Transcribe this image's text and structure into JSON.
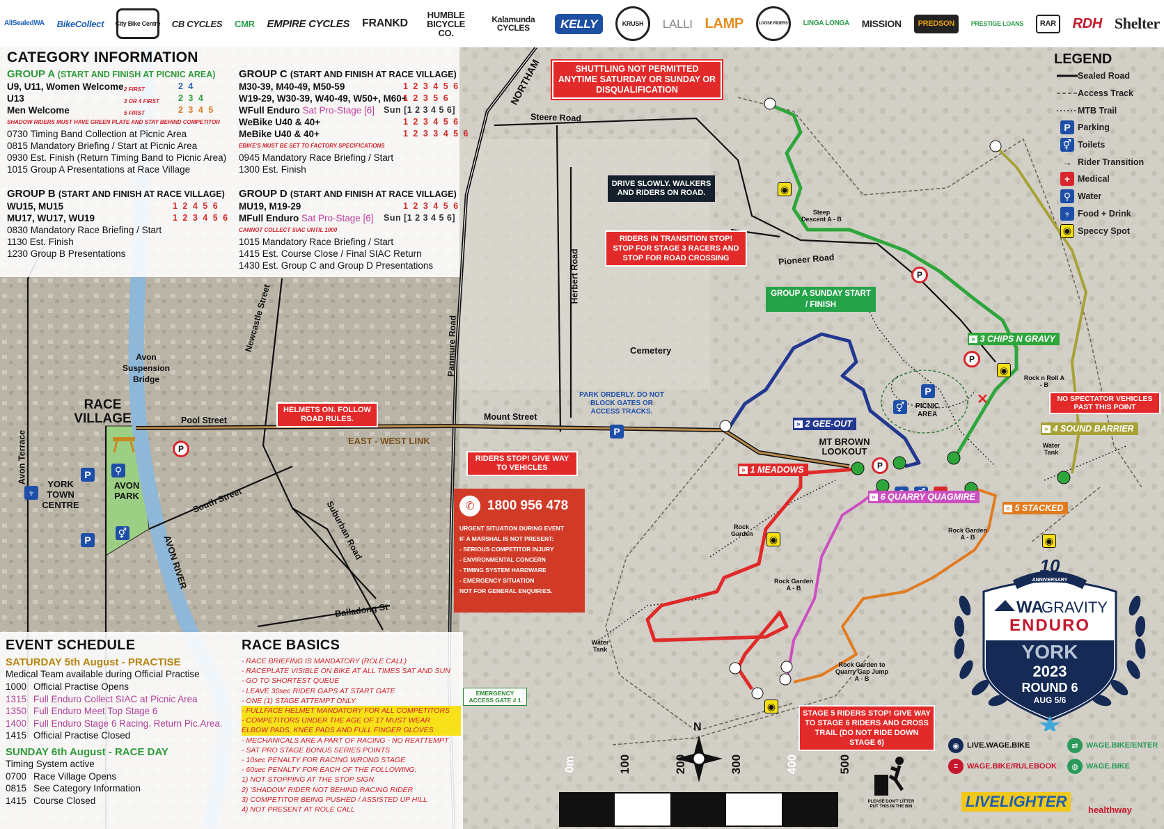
{
  "sponsors": [
    "AllSealedWA",
    "BikeCollect",
    "City Bike Centre",
    "CB CYCLES",
    "CMR",
    "EMPIRE CYCLES",
    "FRANKD",
    "HUMBLE BICYCLE CO.",
    "Kalamunda CYCLES",
    "KELLY",
    "KRUSH",
    "LALLI",
    "LAMP",
    "LOOSE RIDERS",
    "LINGA LONGA",
    "MISSION",
    "PREDSON",
    "PRESTIGE LOANS",
    "RAR",
    "RDH",
    "Shelter"
  ],
  "category": {
    "title": "CATEGORY INFORMATION",
    "group_a": {
      "title": "GROUP A",
      "subtitle": "(START AND FINISH AT PICNIC AREA)",
      "rows": [
        {
          "label": "U9, U11, Women Welcome",
          "note": "2 FIRST",
          "stages": "2 4"
        },
        {
          "label": "U13",
          "note": "3 OR 4 FIRST",
          "stages": "2 3 4"
        },
        {
          "label": "Men Welcome",
          "note": "5 FIRST",
          "stages": "2 3 4 5"
        }
      ],
      "shadow_note": "SHADOW RIDERS MUST HAVE GREEN PLATE AND STAY BEHIND COMPETITOR",
      "times": [
        "0730  Timing Band Collection at Picnic Area",
        "0815  Mandatory Briefing / Start at Picnic Area",
        "0930  Est. Finish (Return Timing Band to Picnic Area)",
        "1015  Group A Presentations at Race Village"
      ]
    },
    "group_b": {
      "title": "GROUP B",
      "subtitle": "(START AND FINISH AT RACE VILLAGE)",
      "rows": [
        {
          "label": "WU15, MU15",
          "stages": "1 2   4 5 6"
        },
        {
          "label": "MU17, WU17, WU19",
          "stages": "1 2 3 4 5 6"
        }
      ],
      "times": [
        "0830  Mandatory Race Briefing / Start",
        "1130  Est. Finish",
        "1230  Group B Presentations"
      ]
    },
    "group_c": {
      "title": "GROUP C",
      "subtitle": "(START AND FINISH AT RACE VILLAGE)",
      "rows": [
        {
          "label": "M30-39, M40-49, M50-59",
          "stages": "1 2 3 4 5 6"
        },
        {
          "label": "W19-29, W30-39, W40-49, W50+, M60+",
          "stages": "1 2 3   5 6"
        },
        {
          "label": "WFull Enduro",
          "extra": "Sat Pro-Stage [6]",
          "sun": "Sun [1 2 3 4 5 6]"
        },
        {
          "label": "WeBike U40 & 40+",
          "stages": "1 2 3 4 5 6"
        },
        {
          "label": "MeBike U40 & 40+",
          "stages": "1 2 3 3 4 5 6"
        }
      ],
      "ebike_note": "EBIKE'S MUST BE SET TO FACTORY SPECIFICATIONS",
      "times": [
        "0945  Mandatory Race Briefing / Start",
        "1300  Est. Finish"
      ]
    },
    "group_d": {
      "title": "GROUP D",
      "subtitle": "(START AND FINISH AT RACE VILLAGE)",
      "rows": [
        {
          "label": "MU19, M19-29",
          "stages": "1 2 3 4 5 6"
        },
        {
          "label": "MFull Enduro",
          "extra": "Sat Pro-Stage [6]",
          "sun": "Sun [1 2 3 4 5 6]"
        }
      ],
      "siac_note": "CANNOT COLLECT SIAC UNTIL 1000",
      "times": [
        "1015  Mandatory Race Briefing / Start",
        "1415  Est. Course Close / Final SIAC Return",
        "1430  Est. Group C and Group D Presentations"
      ]
    }
  },
  "legend": {
    "title": "LEGEND",
    "items": [
      "Sealed Road",
      "Access Track",
      "MTB Trail",
      "Parking",
      "Toilets",
      "Rider Transition",
      "Medical",
      "Water",
      "Food + Drink",
      "Speccy Spot"
    ]
  },
  "map": {
    "roads": [
      "NORTHAM",
      "Steere Road",
      "Pioneer Road",
      "Herbert Road",
      "Panmure Road",
      "Newcastle Street",
      "Pool Street",
      "Mount Street",
      "South Street",
      "Suburban Road",
      "Balladong St",
      "Avon Terrace",
      "AVON RIVER"
    ],
    "places": {
      "race_village": "RACE VILLAGE",
      "suspension_bridge": "Avon Suspension Bridge",
      "york_centre": "YORK TOWN CENTRE",
      "avon_park": "AVON PARK",
      "cemetery": "Cemetery",
      "mt_brown": "MT BROWN LOOKOUT",
      "picnic": "PICNIC AREA",
      "east_west": "EAST - WEST LINK",
      "water_tank_1": "Water Tank",
      "water_tank_2": "Water Tank",
      "steep_descent": "Steep Descent A - B",
      "rock_n_roll": "Rock n Roll A - B",
      "rock_garden_1": "Rock Garden",
      "rock_garden_2": "Rock Garden A - B",
      "rock_garden_3": "Rock Garden A - B",
      "rock_garden_gap": "Rock Garden to Quarry Gap Jump A - B",
      "emergency_gate": "EMERGENCY ACCESS GATE # 1",
      "park_orderly": "PARK ORDERLY. DO NOT BLOCK GATES OR ACCESS TRACKS.",
      "bin_note": "PLEASE DON'T LITTER PUT THIS IN THE BIN"
    },
    "notices": {
      "shuttling": "SHUTTLING NOT PERMITTED ANYTIME SATURDAY OR SUNDAY OR DISQUALIFICATION",
      "drive_slowly": "DRIVE SLOWLY. WALKERS AND RIDERS ON ROAD.",
      "transition_stop": "RIDERS IN TRANSITION STOP! STOP FOR STAGE 3 RACERS AND STOP FOR ROAD CROSSING",
      "group_a_sunday": "GROUP A SUNDAY START / FINISH",
      "helmets": "HELMETS ON. FOLLOW ROAD RULES.",
      "riders_stop": "RIDERS STOP! GIVE WAY TO VEHICLES",
      "no_spectator": "NO SPECTATOR VEHICLES PAST THIS POINT",
      "stage5_stop": "STAGE 5 RIDERS STOP! GIVE WAY TO STAGE 6 RIDERS AND CROSS TRAIL (DO NOT RIDE DOWN STAGE 6)"
    },
    "stages": [
      {
        "num": "1",
        "name": "MEADOWS",
        "color": "#e02a2a"
      },
      {
        "num": "2",
        "name": "GEE-OUT",
        "color": "#23398f"
      },
      {
        "num": "3",
        "name": "CHIPS N GRAVY",
        "color": "#2ea63c"
      },
      {
        "num": "4",
        "name": "SOUND BARRIER",
        "color": "#a6a236"
      },
      {
        "num": "5",
        "name": "STACKED",
        "color": "#e27b1f"
      },
      {
        "num": "6",
        "name": "QUARRY QUAGMIRE",
        "color": "#cc4fbf"
      }
    ],
    "scale": [
      "0m",
      "100",
      "200",
      "300",
      "400",
      "500"
    ],
    "north": "N"
  },
  "emergency": {
    "phone": "1800 956 478",
    "lines": [
      "URGENT SITUATION DURING EVENT",
      "IF A MARSHAL IS NOT PRESENT:",
      "- SERIOUS COMPETITOR INJURY",
      "- ENVIRONMENTAL CONCERN",
      "- TIMING SYSTEM HARDWARE",
      "- EMERGENCY SITUATION",
      "NOT FOR GENERAL ENQUIRIES."
    ]
  },
  "schedule": {
    "title": "EVENT SCHEDULE",
    "saturday_title": "SATURDAY 5th August - PRACTISE",
    "saturday_note": "Medical Team available during Official Practise",
    "saturday": [
      {
        "t": "1000",
        "txt": "Official Practise Opens",
        "c": "#111"
      },
      {
        "t": "1315",
        "txt": "Full Enduro Collect SIAC at Picnic Area",
        "c": "#b0409a"
      },
      {
        "t": "1350",
        "txt": "Full Enduro Meet Top Stage 6",
        "c": "#b0409a"
      },
      {
        "t": "1400",
        "txt": "Full Enduro Stage 6 Racing. Return Pic.Area.",
        "c": "#b0409a"
      },
      {
        "t": "1415",
        "txt": "Official Practise Closed",
        "c": "#111"
      }
    ],
    "sunday_title": "SUNDAY 6th August - RACE DAY",
    "sunday_note": "Timing System active",
    "sunday": [
      {
        "t": "0700",
        "txt": "Race Village Opens"
      },
      {
        "t": "0815",
        "txt": "See Category Information"
      },
      {
        "t": "1415",
        "txt": "Course Closed"
      }
    ]
  },
  "race_basics": {
    "title": "RACE BASICS",
    "lines": [
      {
        "txt": "- RACE BRIEFING IS MANDATORY (ROLE CALL)",
        "hl": false
      },
      {
        "txt": "- RACEPLATE VISIBLE ON BIKE AT ALL TIMES SAT AND SUN",
        "hl": false
      },
      {
        "txt": "- GO TO SHORTEST QUEUE",
        "hl": false
      },
      {
        "txt": "- LEAVE 30sec RIDER GAPS AT START GATE",
        "hl": false
      },
      {
        "txt": "- ONE (1) STAGE ATTEMPT ONLY",
        "hl": false
      },
      {
        "txt": "- FULLFACE HELMET MANDATORY FOR ALL COMPETITORS",
        "hl": true
      },
      {
        "txt": "- COMPETITORS UNDER THE AGE OF 17 MUST WEAR",
        "hl": true
      },
      {
        "txt": "  ELBOW PADS, KNEE PADS AND FULL FINGER GLOVES",
        "hl": true
      },
      {
        "txt": "- MECHANICALS ARE A PART OF RACING - NO REATTEMPT",
        "hl": false
      },
      {
        "txt": "- SAT PRO STAGE BONUS SERIES POINTS",
        "hl": false
      },
      {
        "txt": "- 10sec PENALTY FOR RACING WRONG STAGE",
        "hl": false
      },
      {
        "txt": "- 60sec PENALTY FOR EACH OF THE FOLLOWING:",
        "hl": false
      },
      {
        "txt": "  1) NOT STOPPING AT THE STOP SIGN",
        "hl": false
      },
      {
        "txt": "  2) 'SHADOW' RIDER NOT BEHIND RACING RIDER",
        "hl": false
      },
      {
        "txt": "  3) COMPETITOR BEING PUSHED / ASSISTED UP HILL",
        "hl": false
      },
      {
        "txt": "  4) NOT PRESENT AT ROLE CALL",
        "hl": false
      }
    ]
  },
  "badge": {
    "anniversary": "10",
    "anniversary_label": "ANNIVERSARY",
    "wa": "WA",
    "gravity": "GRAVITY",
    "enduro": "ENDURO",
    "location": "YORK",
    "year": "2023",
    "round": "ROUND 6",
    "dates": "AUG 5/6"
  },
  "links": {
    "live": "LIVE.WAGE.BIKE",
    "enter": "WAGE.BIKE/ENTER",
    "rulebook": "WAGE.BIKE/RULEBOOK",
    "home": "WAGE.BIKE",
    "livelighter": "LIVELIGHTER",
    "healthway": "healthway"
  },
  "colors": {
    "stage1": "#e02a2a",
    "stage2": "#23398f",
    "stage3": "#2ea63c",
    "stage4": "#a6a236",
    "stage5": "#e27b1f",
    "stage6": "#cc4fbf",
    "navy": "#152a55",
    "river": "#8fb7d8"
  }
}
